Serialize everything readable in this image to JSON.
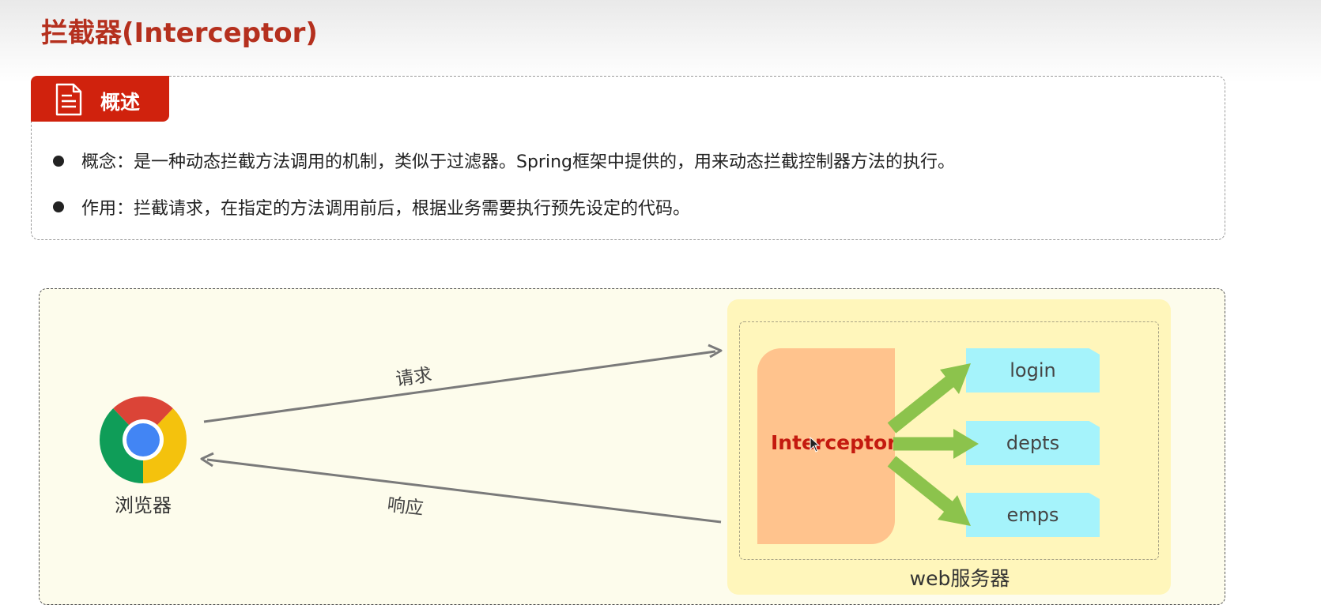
{
  "title": "拦截器(Interceptor)",
  "overview": {
    "tag": "概述",
    "bullets": [
      "概念：是一种动态拦截方法调用的机制，类似于过滤器。Spring框架中提供的，用来动态拦截控制器方法的执行。",
      "作用：拦截请求，在指定的方法调用前后，根据业务需要执行预先设定的代码。"
    ]
  },
  "diagram": {
    "browser_label": "浏览器",
    "request_label": "请求",
    "response_label": "响应",
    "server_label": "web服务器",
    "interceptor_label": "Interceptor",
    "endpoints": [
      "login",
      "depts",
      "emps"
    ]
  },
  "icons": {
    "tag_icon": "document-icon",
    "browser_icon": "chrome-icon",
    "pointer": "mouse-cursor-icon"
  },
  "colors": {
    "title": "#b5301e",
    "tag_background": "#d0220d",
    "interceptor_block": "#ffc38d",
    "interceptor_text": "#c41a0f",
    "endpoint": "#a5f3fb",
    "arrow_green": "#8cc34c",
    "server_area": "#fff6bb"
  }
}
